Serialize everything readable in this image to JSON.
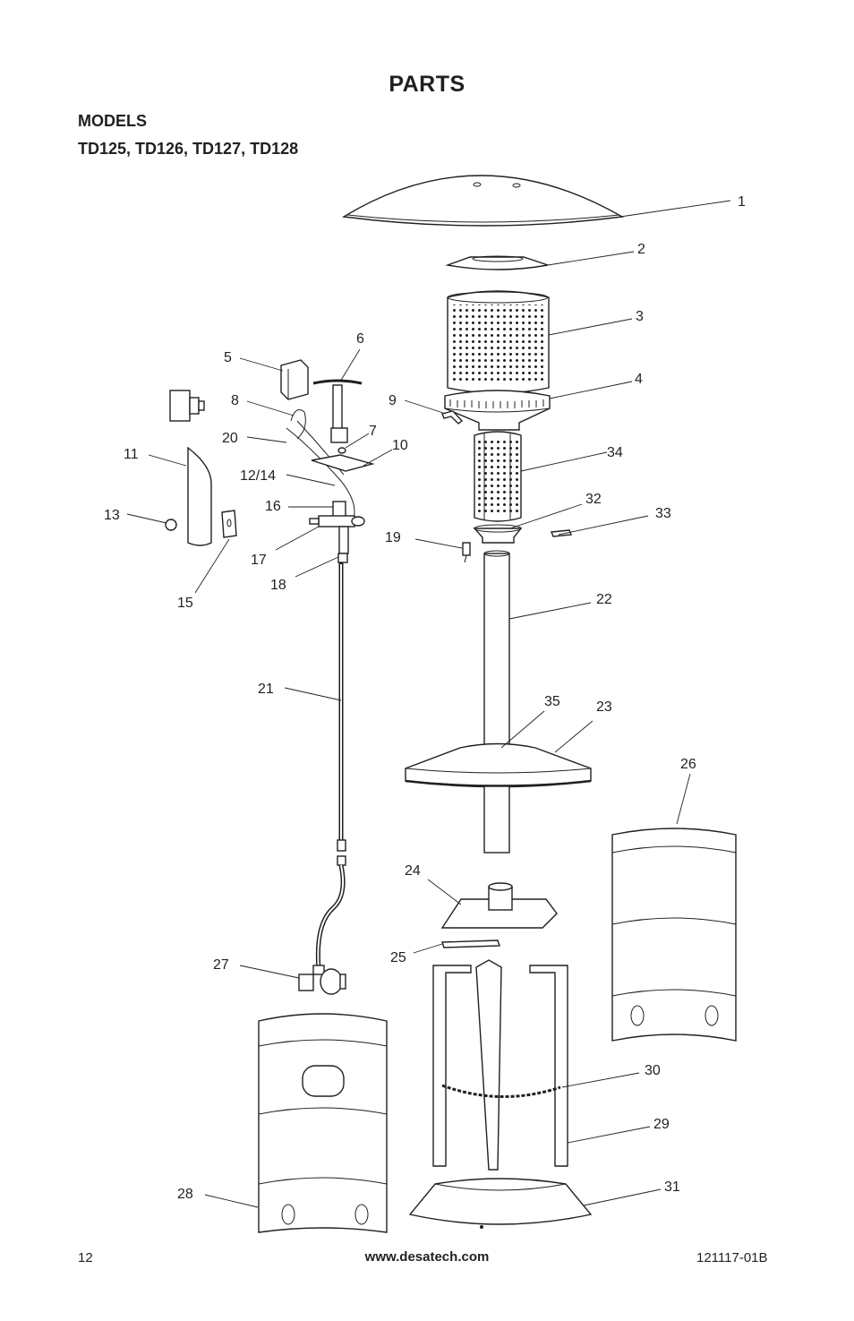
{
  "page": {
    "title": "PARTS",
    "models_heading": "MODELS",
    "models_list": "TD125, TD126, TD127, TD128"
  },
  "footer": {
    "page_number": "12",
    "website": "www.desatech.com",
    "doc_number": "121117-01B"
  },
  "callouts": {
    "c1": "1",
    "c2": "2",
    "c3": "3",
    "c4": "4",
    "c5": "5",
    "c6": "6",
    "c7": "7",
    "c8": "8",
    "c9": "9",
    "c10": "10",
    "c11": "11",
    "c12_14": "12/14",
    "c13": "13",
    "c15": "15",
    "c16": "16",
    "c17": "17",
    "c18": "18",
    "c19": "19",
    "c20": "20",
    "c21": "21",
    "c22": "22",
    "c23": "23",
    "c24": "24",
    "c25": "25",
    "c26": "26",
    "c27": "27",
    "c28": "28",
    "c29": "29",
    "c30": "30",
    "c31": "31",
    "c32": "32",
    "c33": "33",
    "c34": "34",
    "c35": "35"
  }
}
